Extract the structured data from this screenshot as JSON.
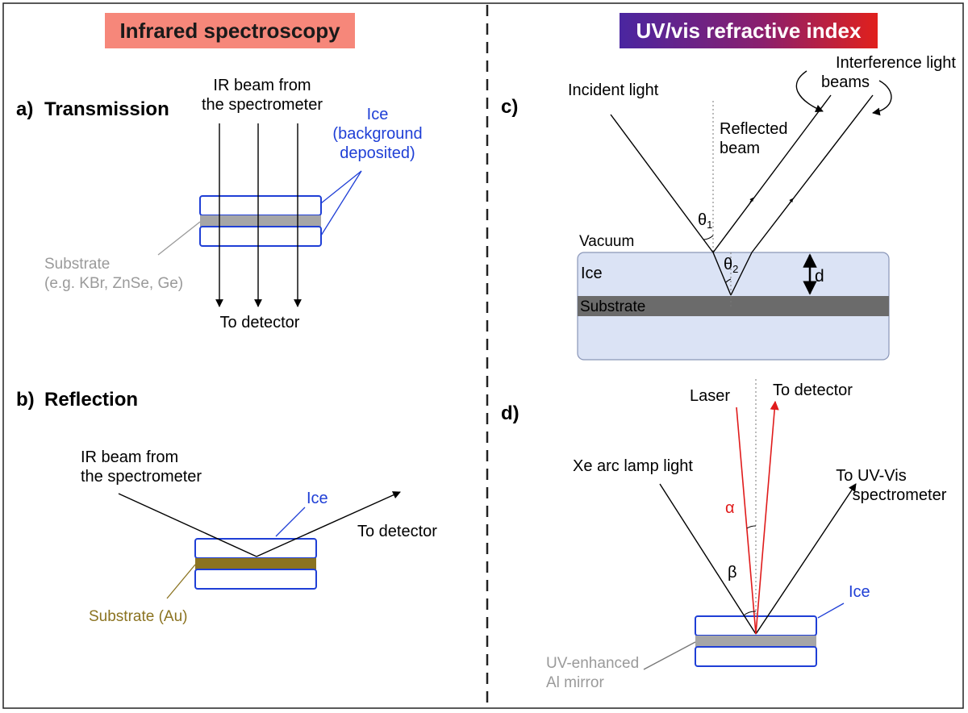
{
  "headers": {
    "left": "Infrared spectroscopy",
    "right": "UV/vis refractive index"
  },
  "panel_a": {
    "letter": "a)",
    "title": "Transmission",
    "beam_line1": "IR beam from",
    "beam_line2": "the spectrometer",
    "ice_line1": "Ice",
    "ice_line2": "(background",
    "ice_line3": "deposited)",
    "substrate_line1": "Substrate",
    "substrate_line2": "(e.g. KBr, ZnSe, Ge)",
    "detector": "To detector"
  },
  "panel_b": {
    "letter": "b)",
    "title": "Reflection",
    "beam_line1": "IR beam from",
    "beam_line2": "the spectrometer",
    "ice": "Ice",
    "detector": "To detector",
    "substrate": "Substrate (Au)"
  },
  "panel_c": {
    "letter": "c)",
    "incident": "Incident light",
    "interference_line1": "Interference light",
    "interference_line2": "beams",
    "reflected_line1": "Reflected",
    "reflected_line2": "beam",
    "theta1": "θ",
    "theta1_sub": "1",
    "theta2": "θ",
    "theta2_sub": "2",
    "vacuum": "Vacuum",
    "ice": "Ice",
    "substrate": "Substrate",
    "thickness": "d"
  },
  "panel_d": {
    "letter": "d)",
    "laser": "Laser",
    "detector": "To detector",
    "xe_lamp": "Xe arc lamp light",
    "uv_line1": "To UV-Vis",
    "uv_line2": "spectrometer",
    "alpha": "α",
    "beta": "β",
    "ice": "Ice",
    "mirror_line1": "UV-enhanced",
    "mirror_line2": "Al mirror"
  },
  "colors": {
    "ice_blue": "#1f3fd6",
    "substrate_gray": "#a6a6a6",
    "substrate_dark": "#6b6b6b",
    "gold": "#8b7320",
    "ice_fill": "#dbe3f5",
    "laser_red": "#e01b1b",
    "gray_text": "#9a9a9a"
  }
}
